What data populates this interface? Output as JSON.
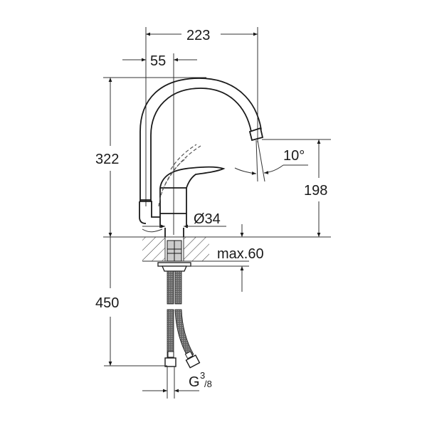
{
  "drawing": {
    "subject": "single-lever kitchen mixer tap, technical dimension drawing",
    "units": "mm",
    "line_color": "#1a1a1a",
    "background": "#ffffff"
  },
  "dimensions": {
    "overall_reach": {
      "label": "223"
    },
    "spout_offset": {
      "label": "55"
    },
    "total_height": {
      "label": "322"
    },
    "spout_outlet_height": {
      "label": "198"
    },
    "swivel_angle": {
      "label": "10°"
    },
    "body_diameter": {
      "label": "Ø34"
    },
    "counter_thickness": {
      "label": "max.60"
    },
    "hose_length": {
      "label": "450"
    },
    "connection_thread": {
      "label": "G",
      "sup": "3",
      "sub": "/8"
    }
  }
}
